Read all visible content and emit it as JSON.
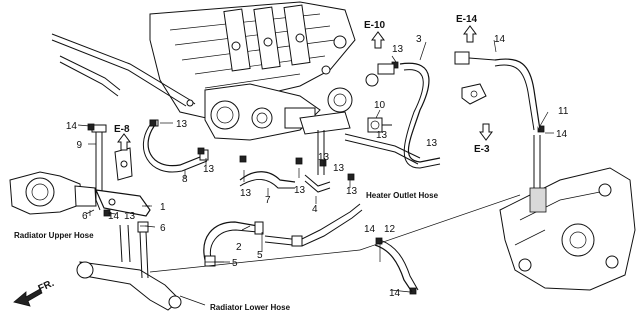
{
  "callouts": {
    "c1": "1",
    "c2": "2",
    "c3": "3",
    "c4": "4",
    "c5": "5",
    "c6a": "6",
    "c6b": "6",
    "c7": "7",
    "c8": "8",
    "c9": "9",
    "c10": "10",
    "c11": "11",
    "c12": "12",
    "c13": "13",
    "c14": "14"
  },
  "refs": {
    "e10": "E-10",
    "e14": "E-14",
    "e8": "E-8",
    "e3": "E-3"
  },
  "labels": {
    "heater_outlet_hose": "Heater Outlet Hose",
    "radiator_upper_hose": "Radiator Upper Hose",
    "radiator_lower_hose": "Radiator Lower Hose",
    "front": "FR."
  }
}
